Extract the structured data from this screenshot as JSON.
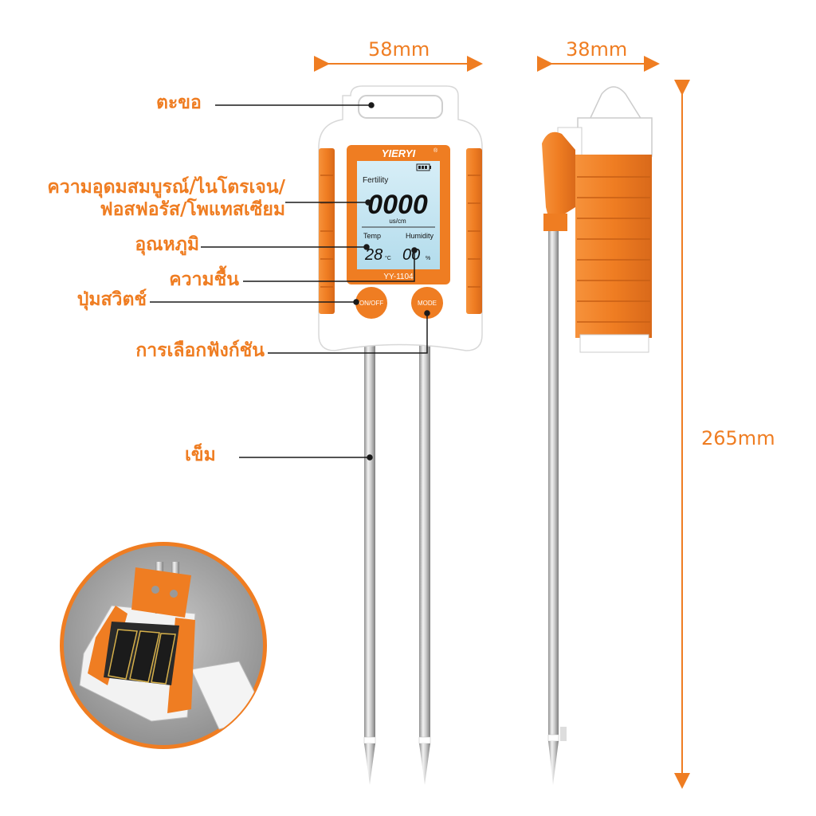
{
  "dimensions": {
    "width": "58mm",
    "depth": "38mm",
    "height": "265mm"
  },
  "labels": {
    "hook": "ตะขอ",
    "fertility_line1": "ความอุดมสมบูรณ์/ไนโตรเจน/",
    "fertility_line2": "ฟอสฟอรัส/โพแทสเซียม",
    "temperature": "อุณหภูมิ",
    "humidity": "ความชื้น",
    "power_switch": "ปุ่มสวิตช์",
    "function_select": "การเลือกฟังก์ชัน",
    "probe": "เข็ม"
  },
  "device": {
    "brand": "YIERYI",
    "brand_mark": "®",
    "model": "YY-1104",
    "lcd": {
      "fertility_label": "Fertility",
      "fertility_value": "0000",
      "fertility_unit": "us/cm",
      "temp_label": "Temp",
      "temp_value": "28",
      "temp_unit": "°C",
      "humidity_label": "Humidity",
      "humidity_value": "00",
      "humidity_unit": "%"
    },
    "buttons": {
      "power": "ON/OFF",
      "mode": "MODE"
    }
  },
  "colors": {
    "accent": "#ef7d22",
    "lcd": "#bfe3f0",
    "shell": "#ffffff",
    "metal": "#c8c8c8"
  }
}
